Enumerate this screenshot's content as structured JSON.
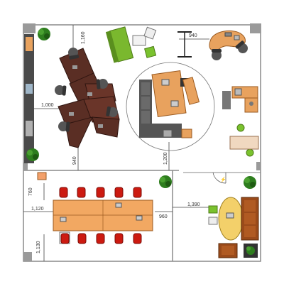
{
  "dimensions": {
    "d1160": "1,160",
    "d940_top": "940",
    "d1000": "1,000",
    "d940_left": "940",
    "d1200": "1,200",
    "d760": "760",
    "d1120": "1,120",
    "d960": "960",
    "d1130": "1,130",
    "d1390": "1,390"
  },
  "colors": {
    "wall": "#8a8a8a",
    "dark_wood": "#5a2e24",
    "light_wood": "#e8a25e",
    "sofa_gray": "#555555",
    "chair_red": "#cc1a10",
    "sofa_green": "#7ab82e",
    "plant_green": "#2e7d1e",
    "brown_sofa": "#9a4a1a"
  },
  "icons": {
    "plant": "plant-icon",
    "chair": "office-chair-icon",
    "laptop": "laptop-icon",
    "monitor": "monitor-icon"
  }
}
